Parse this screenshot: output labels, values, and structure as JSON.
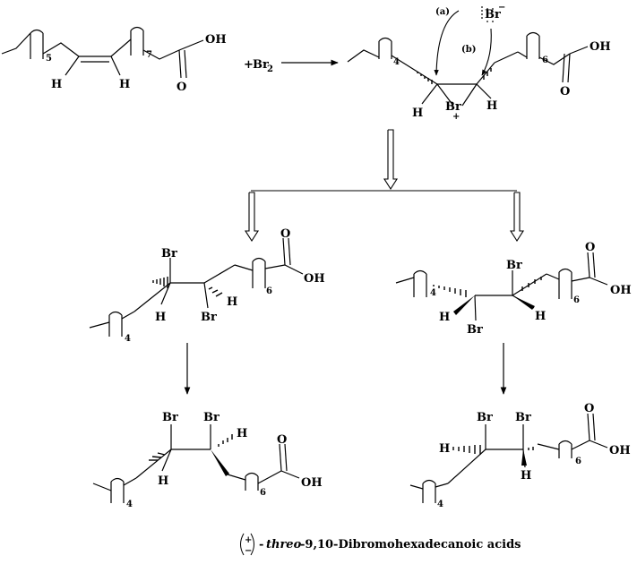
{
  "reactant": {
    "repeat_5": "5",
    "repeat_7": "7",
    "H_left": "H",
    "H_right": "H",
    "O": "O",
    "OH": "OH"
  },
  "reagent": {
    "plus": "+",
    "br_symbol": "Br",
    "br_subscript": "2"
  },
  "bromonium": {
    "repeat_4": "4",
    "repeat_6": "6",
    "O": "O",
    "OH": "OH",
    "H_left": "H",
    "H_right": "H",
    "Br": "Br",
    "plus_charge": "+",
    "path_a": "(a)",
    "path_b": "(b)",
    "bromide": "Br",
    "bromide_charge": "−"
  },
  "product_left": {
    "Br_top": "Br",
    "Br_bottom": "Br",
    "H_left": "H",
    "H_right": "H",
    "O": "O",
    "OH": "OH",
    "repeat_6": "6",
    "repeat_4": "4"
  },
  "product_right": {
    "Br_top": "Br",
    "Br_bottom": "Br",
    "H_left": "H",
    "H_right": "H",
    "O": "O",
    "OH": "OH",
    "repeat_6": "6",
    "repeat_4": "4"
  },
  "final_left": {
    "Br_1": "Br",
    "Br_2": "Br",
    "H_top": "H",
    "H_bottom": "H",
    "O": "O",
    "OH": "OH",
    "repeat_6": "6",
    "repeat_4": "4"
  },
  "final_right": {
    "Br_1": "Br",
    "Br_2": "Br",
    "H_left": "H",
    "H_bottom": "H",
    "O": "O",
    "OH": "OH",
    "repeat_6": "6",
    "repeat_4": "4"
  },
  "caption": {
    "plus": "+",
    "minus": "−",
    "dash": "-",
    "threo": "threo",
    "name": "-9,10-Dibromohexadecanoic acids"
  }
}
